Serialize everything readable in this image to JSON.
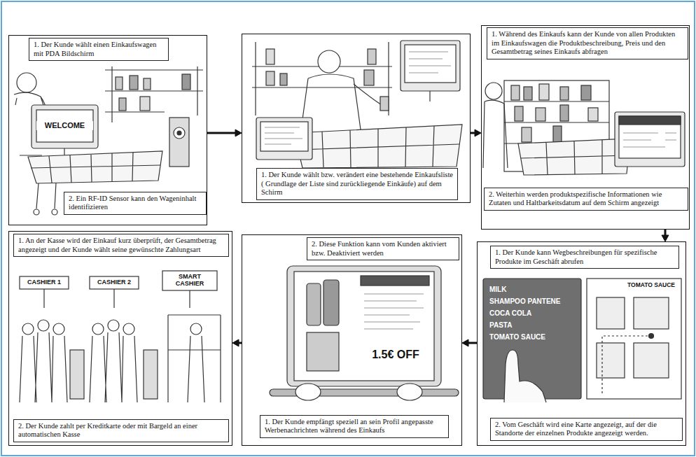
{
  "diagram": {
    "nodes": [
      {
        "text": [
          "1. Der Kunde wählt einen Einkaufswagen mit PDA Bildschirm",
          "2. Ein RF-ID Sensor kann den Wageninhalt identifizieren"
        ]
      },
      {
        "text": [
          "1. Der Kunde wählt bzw. verändert eine bestehende Einkaufsliste ( Grundlage der Liste sind zurückliegende Einkäufe) auf dem Schirm"
        ]
      },
      {
        "text": [
          "1. Während des Einkaufs kann der Kunde von allen Produkten im Einkaufswagen die Produktbeschreibung, Preis und den Gesamtbetrag seines Einkaufs abfragen",
          "2. Weiterhin werden produktspezifische Informationen wie Zutaten und Haltbarkeitsdatum auf dem Schirm angezeigt"
        ]
      },
      {
        "text": [
          "1. Der Kunde kann Wegbeschreibungen für spezifische Produkte im Geschäft abrufen",
          "2. Vom Geschäft wird eine Karte angezeigt, auf der die Standorte der einzelnen Produkte angezeigt werden."
        ]
      },
      {
        "text": [
          "2. Diese Funktion kann vom Kunden aktiviert bzw. Deaktiviert werden",
          "1. Der Kunde empfängt speziell an sein Profil angepasste Werbenachrichten während des Einkaufs"
        ]
      },
      {
        "text": [
          "1. An der Kasse wird der Einkauf kurz überprüft, der Gesamtbetrag angezeigt und der Kunde wählt seine gewünschte Zahlungsart",
          "2. Der Kunde zahlt per Kreditkarte oder mit Bargeld an einer automatischen Kasse"
        ]
      }
    ],
    "edges": [
      {
        "from": 0,
        "to": 1,
        "arrow": "to"
      },
      {
        "from": 1,
        "to": 2,
        "arrow": "to"
      },
      {
        "from": 2,
        "to": 3,
        "arrow": "to"
      },
      {
        "from": 3,
        "to": 4,
        "arrow": "to"
      },
      {
        "from": 4,
        "to": 5,
        "arrow": "to"
      }
    ],
    "labels": [
      "WELCOME",
      "MILK",
      "SHAMPOO PANTENE",
      "COCA COLA",
      "PASTA",
      "TOMATO SAUCE",
      "TOMATO SAUCE",
      "1.5€ OFF",
      "CASHIER 1",
      "CASHIER 2",
      "SMART CASHIER"
    ]
  }
}
